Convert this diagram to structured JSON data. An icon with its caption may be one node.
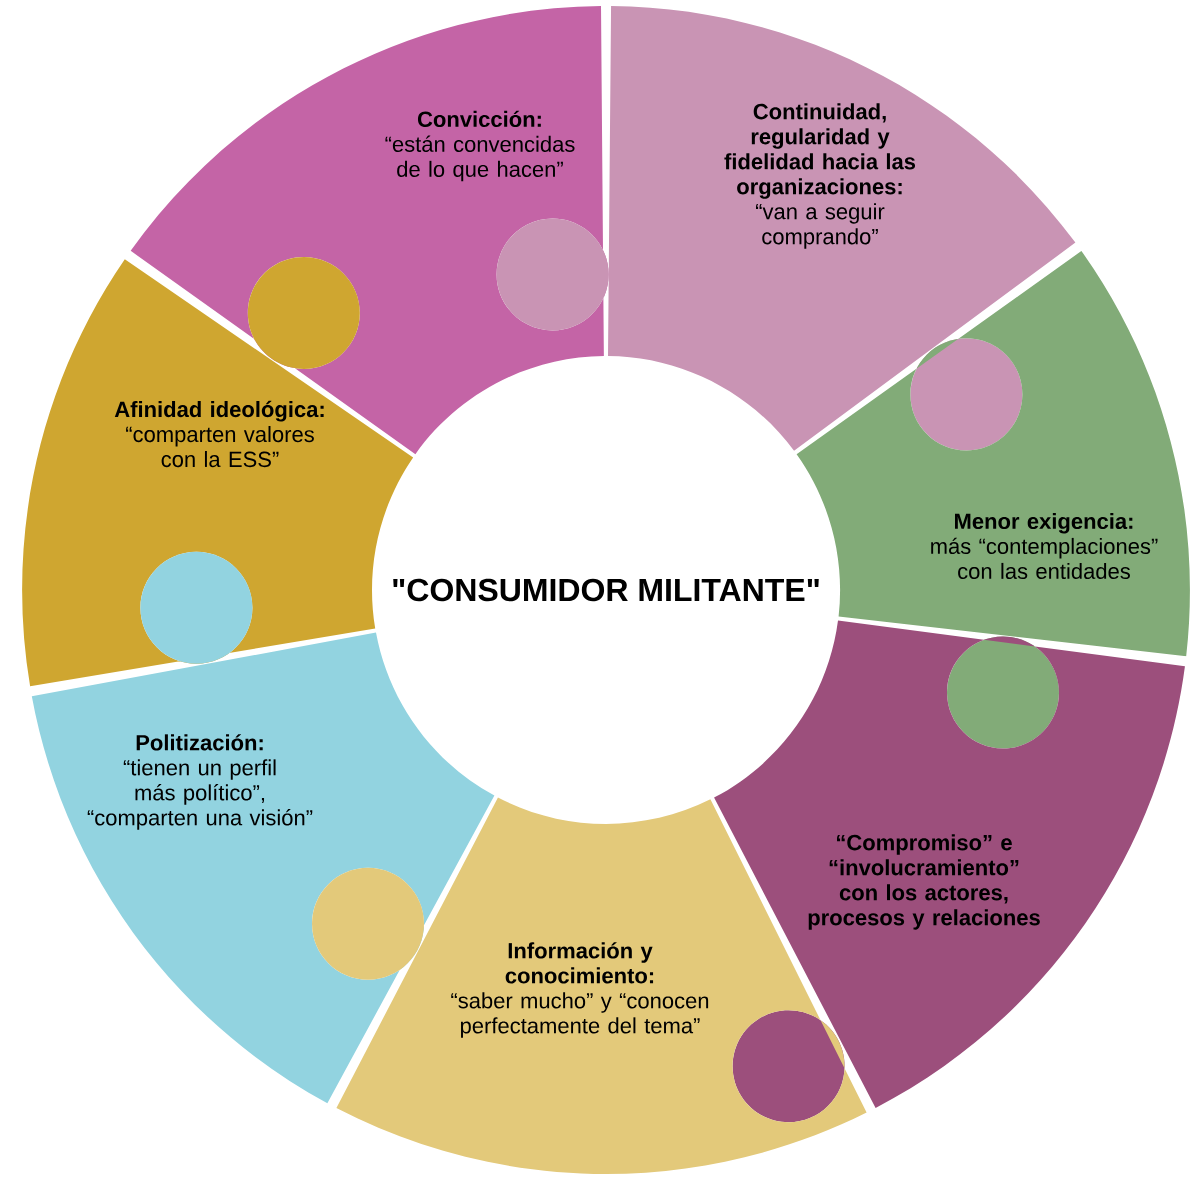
{
  "diagram": {
    "nodes": [
      {
        "text": [
          "Convicción:",
          "“están convencidas de lo que hacen”"
        ]
      },
      {
        "text": [
          "Continuidad, regularidad y fidelidad hacia las organizaciones:",
          "“van a seguir comprando”"
        ]
      },
      {
        "text": [
          "Afinidad ideológica:",
          "“comparten valores con la ESS”"
        ]
      },
      {
        "text": [
          "Menor exigencia:",
          "más “contemplaciones” con las entidades"
        ]
      },
      {
        "text": [
          "\"CONSUMIDOR MILITANTE\""
        ]
      },
      {
        "text": [
          "Politización:",
          "“tienen un perfil más político”, “comparten una visión”"
        ]
      },
      {
        "text": [
          "“Compromiso” e “involucramiento” con los actores, procesos y relaciones"
        ]
      },
      {
        "text": [
          "Información y conocimiento:",
          "“saber mucho” y “conocen perfectamente del tema”"
        ]
      }
    ]
  }
}
